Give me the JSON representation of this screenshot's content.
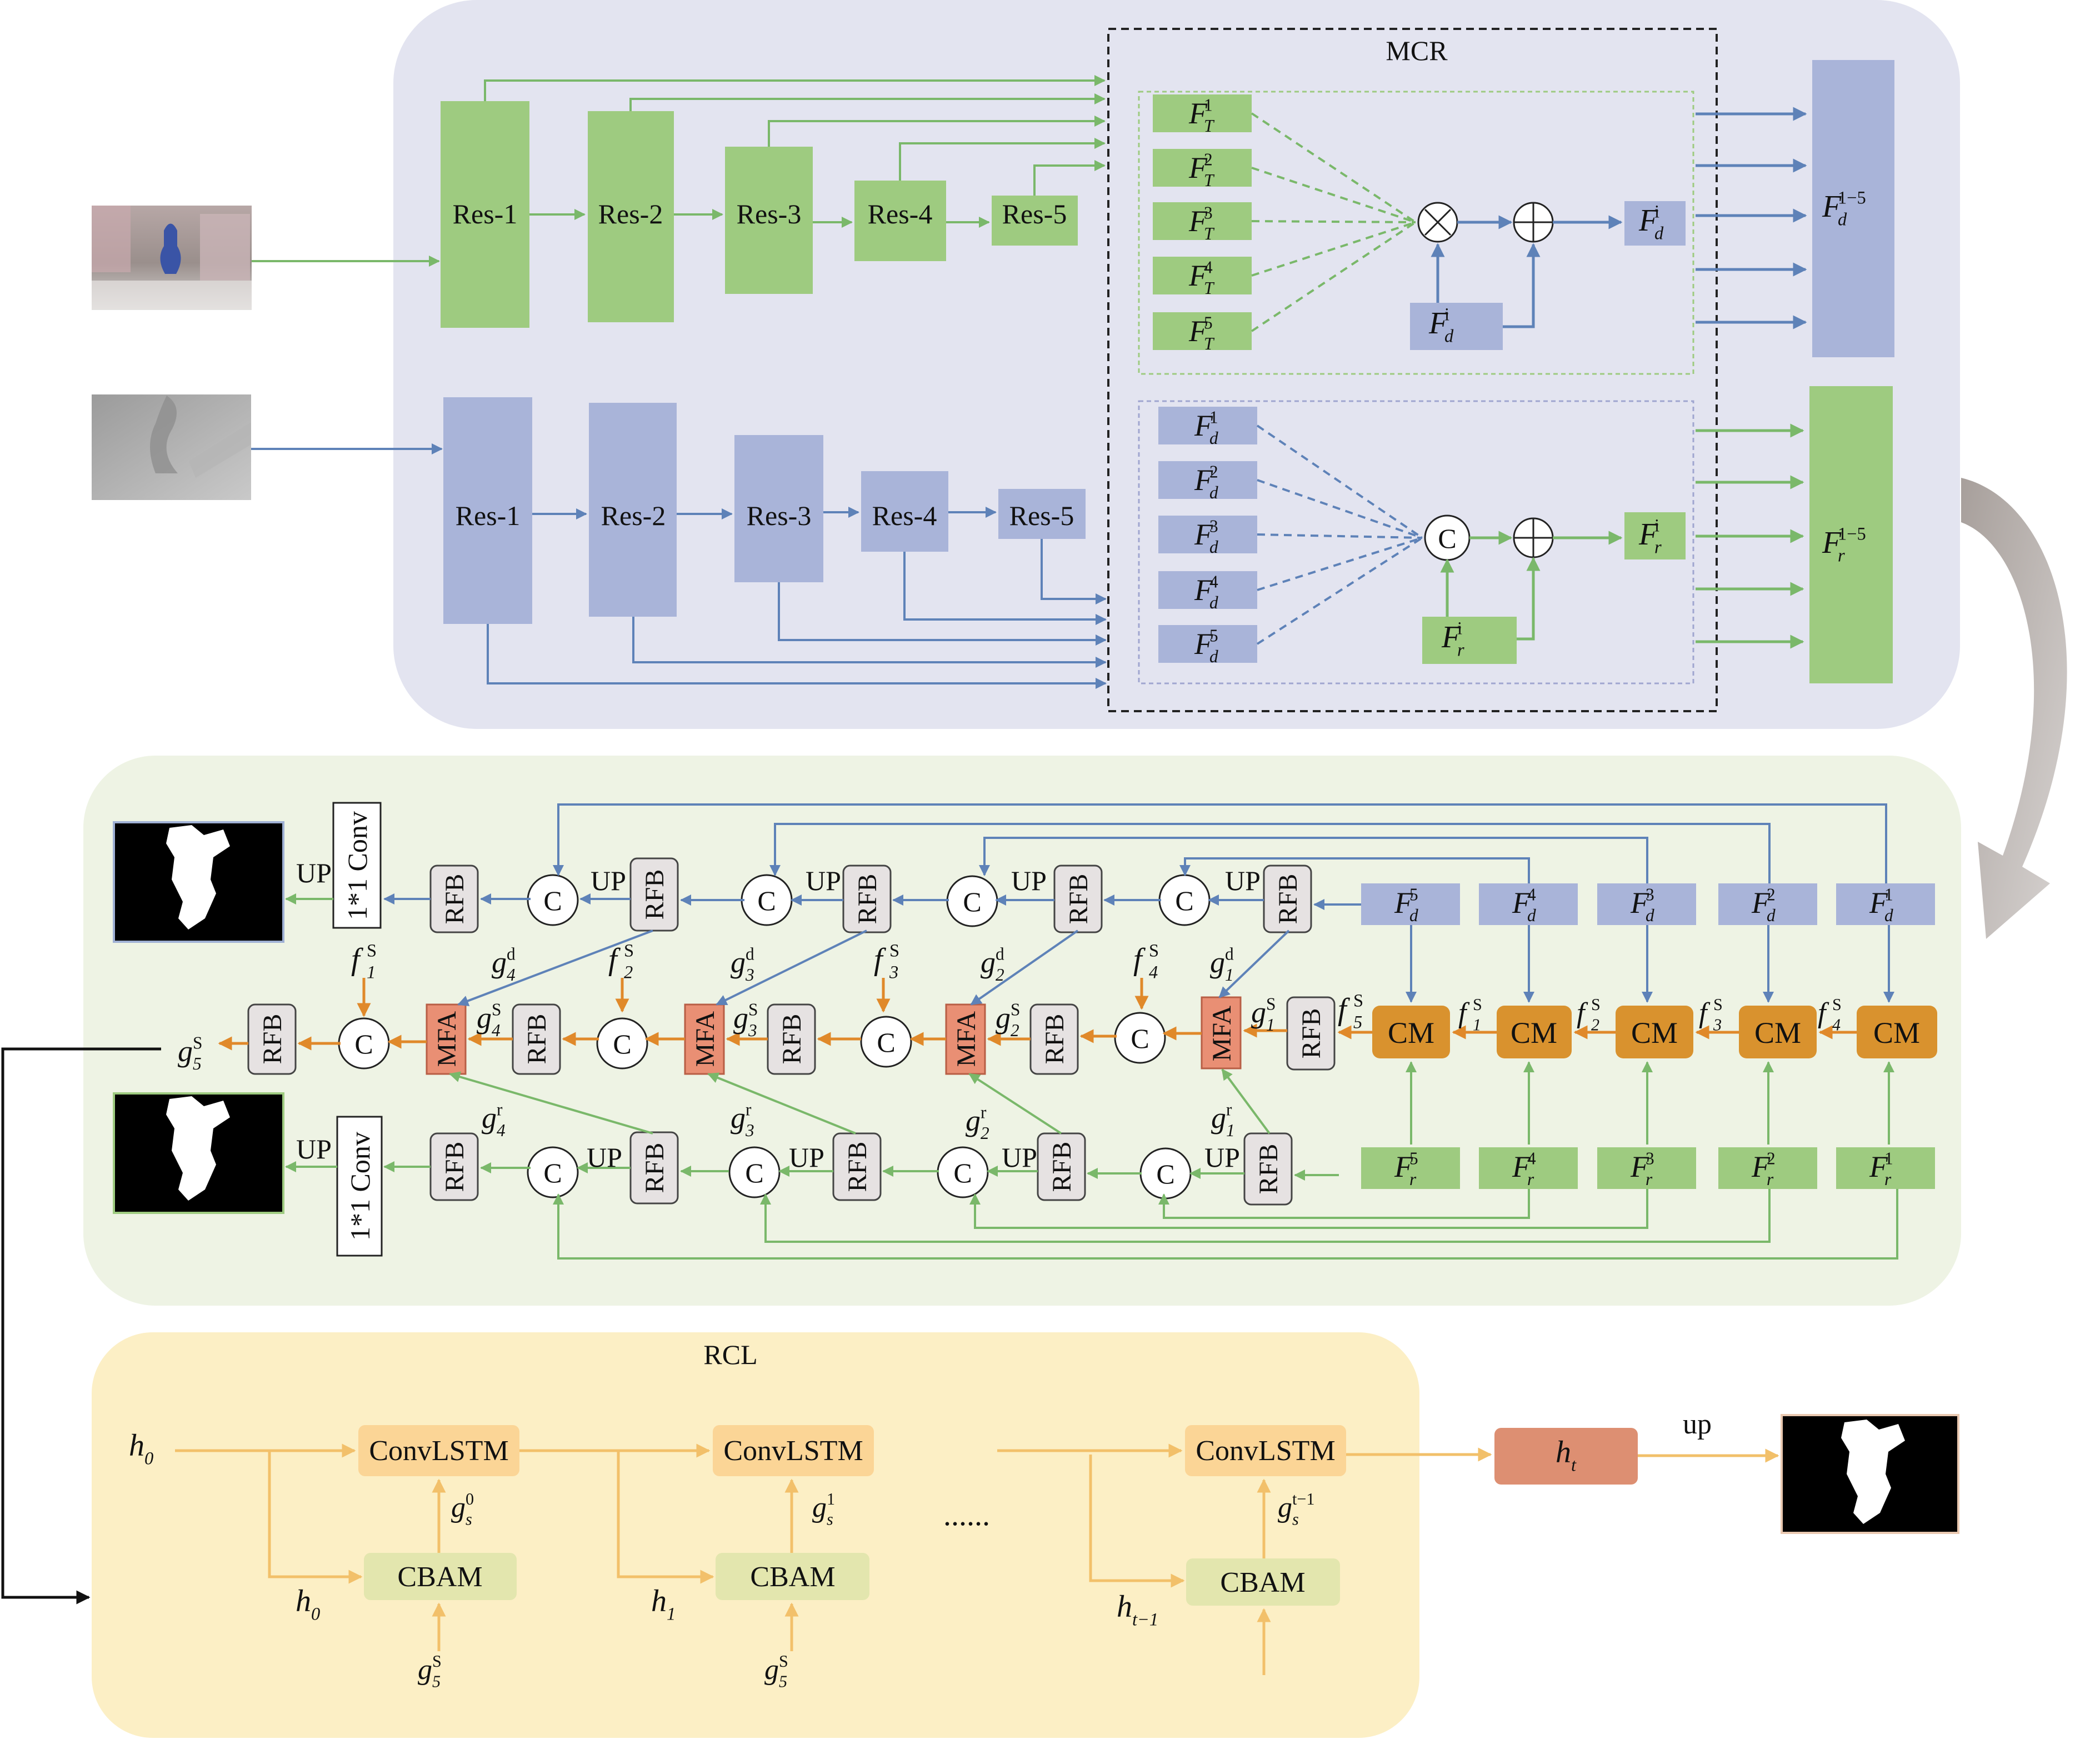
{
  "encoder": {
    "title": "MCR",
    "res_labels": [
      "Res-1",
      "Res-2",
      "Res-3",
      "Res-4",
      "Res-5"
    ],
    "rgb_feats": [
      {
        "sym": "F",
        "sup": "1",
        "sub": "T"
      },
      {
        "sym": "F",
        "sup": "2",
        "sub": "T"
      },
      {
        "sym": "F",
        "sup": "3",
        "sub": "T"
      },
      {
        "sym": "F",
        "sup": "4",
        "sub": "T"
      },
      {
        "sym": "F",
        "sup": "5",
        "sub": "T"
      }
    ],
    "depth_feats": [
      {
        "sym": "F",
        "sup": "1",
        "sub": "d"
      },
      {
        "sym": "F",
        "sup": "2",
        "sub": "d"
      },
      {
        "sym": "F",
        "sup": "3",
        "sub": "d"
      },
      {
        "sym": "F",
        "sup": "4",
        "sub": "d"
      },
      {
        "sym": "F",
        "sup": "5",
        "sub": "d"
      }
    ],
    "fdi": {
      "sym": "F",
      "sup": "i",
      "sub": "d"
    },
    "fri": {
      "sym": "F",
      "sup": "i",
      "sub": "r"
    },
    "out_top": {
      "sym": "F",
      "sup": "1−5",
      "sub": "d"
    },
    "out_bottom": {
      "sym": "F",
      "sup": "1−5",
      "sub": "r"
    },
    "concat_label": "C"
  },
  "decoder": {
    "rfb_label": "RFB",
    "mfa_label": "MFA",
    "cm_label": "CM",
    "c_label": "C",
    "up_label": "UP",
    "conv_label": "1*1 Conv",
    "top_inputs": [
      {
        "sym": "F",
        "sup": "5",
        "sub": "d"
      },
      {
        "sym": "F",
        "sup": "4",
        "sub": "d"
      },
      {
        "sym": "F",
        "sup": "3",
        "sub": "d"
      },
      {
        "sym": "F",
        "sup": "2",
        "sub": "d"
      },
      {
        "sym": "F",
        "sup": "1",
        "sub": "d"
      }
    ],
    "bottom_inputs": [
      {
        "sym": "F",
        "sup": "5",
        "sub": "r"
      },
      {
        "sym": "F",
        "sup": "4",
        "sub": "r"
      },
      {
        "sym": "F",
        "sup": "3",
        "sub": "r"
      },
      {
        "sym": "F",
        "sup": "2",
        "sub": "r"
      },
      {
        "sym": "F",
        "sup": "1",
        "sub": "r"
      }
    ],
    "fs_labels": [
      {
        "sym": "f",
        "sup": "S",
        "sub": "1"
      },
      {
        "sym": "f",
        "sup": "S",
        "sub": "2"
      },
      {
        "sym": "f",
        "sup": "S",
        "sub": "3"
      },
      {
        "sym": "f",
        "sup": "S",
        "sub": "4"
      },
      {
        "sym": "f",
        "sup": "S",
        "sub": "5"
      }
    ],
    "gd_labels": [
      {
        "sym": "g",
        "sup": "d",
        "sub": "1"
      },
      {
        "sym": "g",
        "sup": "d",
        "sub": "2"
      },
      {
        "sym": "g",
        "sup": "d",
        "sub": "3"
      },
      {
        "sym": "g",
        "sup": "d",
        "sub": "4"
      }
    ],
    "gr_labels": [
      {
        "sym": "g",
        "sup": "r",
        "sub": "1"
      },
      {
        "sym": "g",
        "sup": "r",
        "sub": "2"
      },
      {
        "sym": "g",
        "sup": "r",
        "sub": "3"
      },
      {
        "sym": "g",
        "sup": "r",
        "sub": "4"
      }
    ],
    "gs_labels": [
      {
        "sym": "g",
        "sup": "S",
        "sub": "1"
      },
      {
        "sym": "g",
        "sup": "S",
        "sub": "2"
      },
      {
        "sym": "g",
        "sup": "S",
        "sub": "3"
      },
      {
        "sym": "g",
        "sup": "S",
        "sub": "4"
      },
      {
        "sym": "g",
        "sup": "S",
        "sub": "5"
      }
    ]
  },
  "rcl": {
    "title": "RCL",
    "convlstm_label": "ConvLSTM",
    "cbam_label": "CBAM",
    "ellipsis": "......",
    "h0": {
      "sym": "h",
      "sub": "0"
    },
    "h0_lower": {
      "sym": "h",
      "sub": "0"
    },
    "h1_lower": {
      "sym": "h",
      "sub": "1"
    },
    "ht1_lower": {
      "sym": "h",
      "sub": "t−1"
    },
    "ht": {
      "sym": "h",
      "sub": "t"
    },
    "gs_step": [
      {
        "sym": "g",
        "sup": "0",
        "sub": "s"
      },
      {
        "sym": "g",
        "sup": "1",
        "sub": "s"
      },
      {
        "sym": "g",
        "sup": "t−1",
        "sub": "s"
      }
    ],
    "g5s_inputs": [
      {
        "sym": "g",
        "sup": "S",
        "sub": "5"
      },
      {
        "sym": "g",
        "sup": "S",
        "sub": "5"
      }
    ],
    "up_label": "up"
  },
  "colors": {
    "green_block": "#9ecb80",
    "blue_block": "#a9b4d9",
    "green_line": "#7ab86a",
    "blue_line": "#5e82b8",
    "orange_line": "#e0892a",
    "cm_fill": "#d9922e",
    "mfa_fill": "#e98f74",
    "rfb_fill": "#e6e2e2",
    "panel_top": "#e3e4f0",
    "panel_mid": "#eef3e4",
    "panel_bot": "#fcefc5",
    "convlstm_fill": "#fbd596",
    "cbam_fill": "#e3e6ae",
    "ht_fill": "#dd8f72"
  }
}
